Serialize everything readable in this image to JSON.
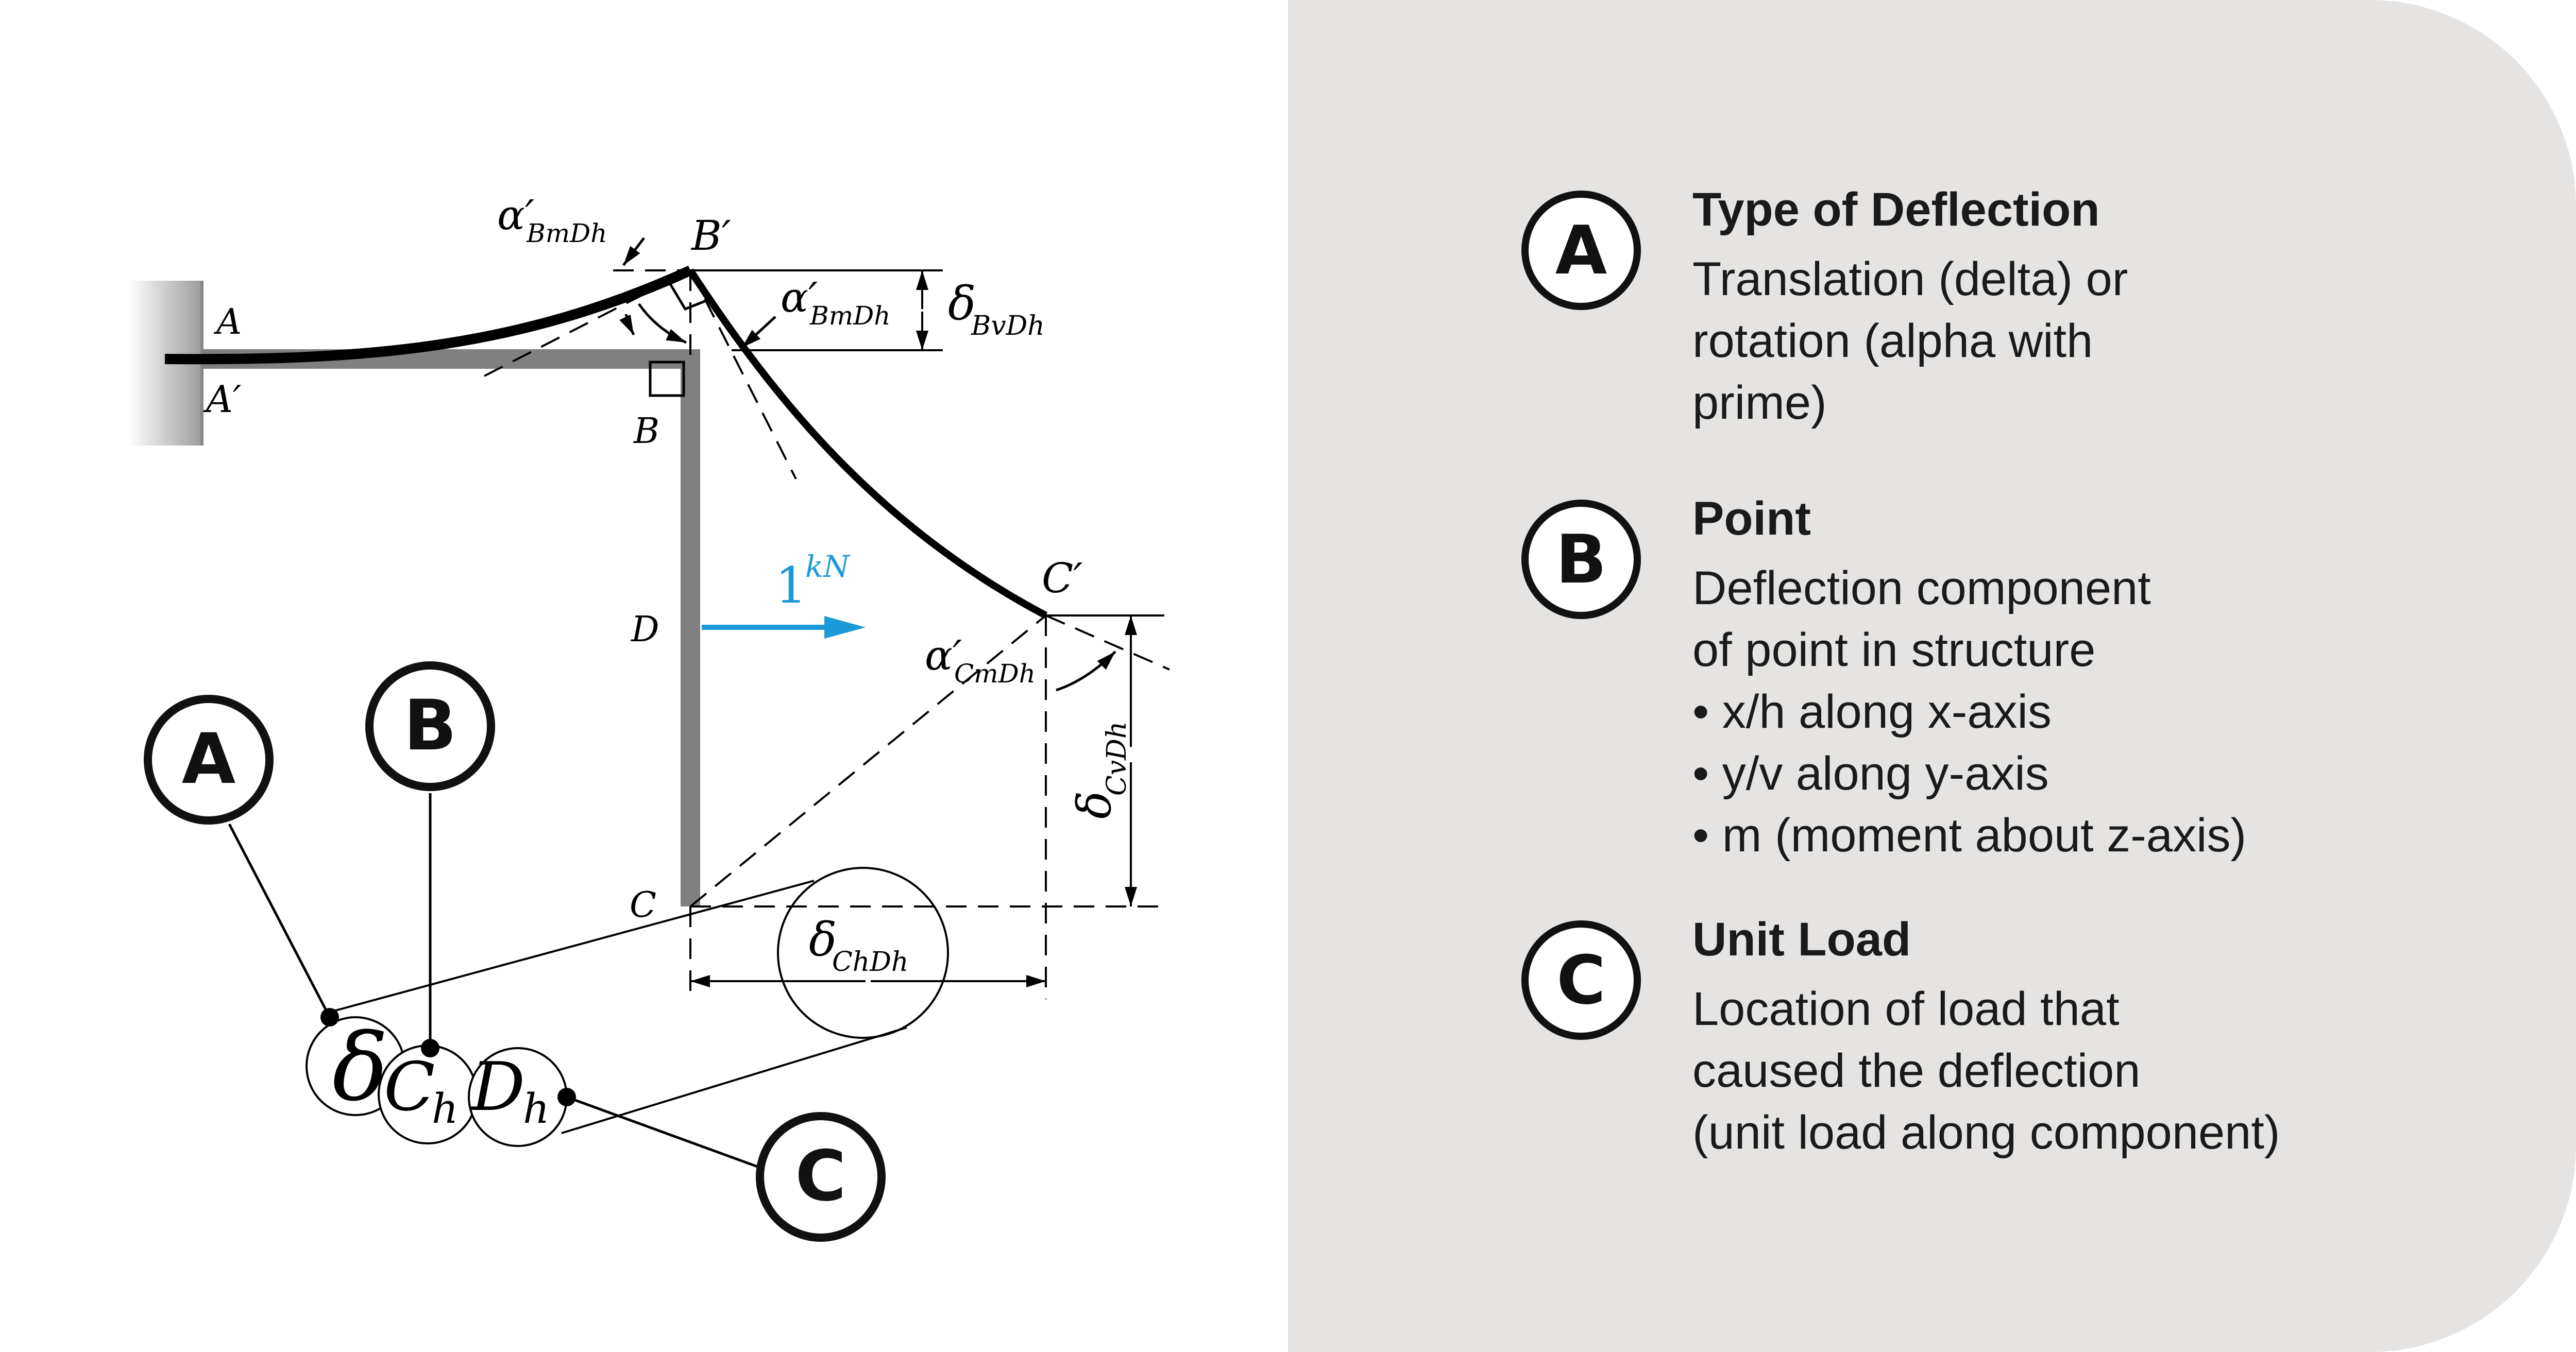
{
  "diagram": {
    "labels": {
      "A": "A",
      "A_prime": "A′",
      "B": "B",
      "B_prime": "B′",
      "C": "C",
      "C_prime": "C′",
      "D": "D"
    },
    "load": {
      "value": "1",
      "unit": "kN",
      "color": "#1a9ad6"
    },
    "symbols": {
      "alpha": "α′",
      "delta": "δ",
      "sub_BmDh": "BmDh",
      "sub_BvDh": "BvDh",
      "sub_CmDh": "CmDh",
      "sub_CvDh": "CvDh",
      "sub_ChDh": "ChDh"
    },
    "breakdown": {
      "delta": "δ",
      "point": "C",
      "point_sub": "h",
      "load": "D",
      "load_sub": "h"
    },
    "badges": [
      "A",
      "B",
      "C"
    ]
  },
  "legend": {
    "items": [
      {
        "badge": "A",
        "title": "Type of Deflection",
        "lines": [
          "Translation (delta) or",
          "rotation (alpha with",
          "prime)"
        ]
      },
      {
        "badge": "B",
        "title": "Point",
        "lines": [
          "Deflection component",
          "of point in structure",
          "• x/h along x-axis",
          "• y/v along y-axis",
          "• m (moment about z-axis)"
        ]
      },
      {
        "badge": "C",
        "title": "Unit Load",
        "lines": [
          "Location of load that",
          "caused the deflection",
          "(unit load along component)"
        ]
      }
    ]
  },
  "colors": {
    "structure": "#808080",
    "deflected": "#000000",
    "load_arrow": "#1a9ad6",
    "panel": "#e5e4e2"
  }
}
